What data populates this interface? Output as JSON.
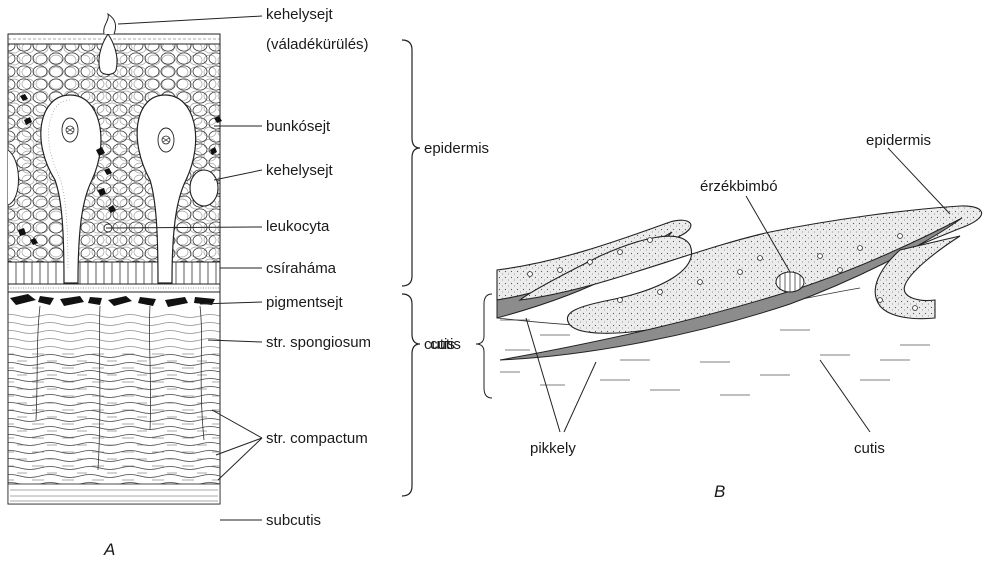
{
  "panel_a": {
    "letter": "A",
    "labels": {
      "kehelysejt_top": "kehelysejt",
      "valadekurules": "(váladékürülés)",
      "bunkosejt": "bunkósejt",
      "kehelysejt": "kehelysejt",
      "leukocyta": "leukocyta",
      "csiraham": "csíraháma",
      "pigmentsejt": "pigmentsejt",
      "str_spongiosum": "str. spongiosum",
      "str_compactum": "str. compactum",
      "subcutis": "subcutis"
    },
    "brackets": {
      "epidermis": "epidermis",
      "cutis": "cutis"
    }
  },
  "panel_b": {
    "letter": "B",
    "labels": {
      "erzekbimbo": "érzékbimbó",
      "epidermis": "epidermis",
      "cutis_bracket": "cutis",
      "pikkely": "pikkely",
      "cutis": "cutis"
    }
  },
  "colors": {
    "ink": "#1a1a1a",
    "scale_fill": "#8c8c8c",
    "epidermis_fill": "#e4e4e4",
    "pigment": "#111111"
  }
}
